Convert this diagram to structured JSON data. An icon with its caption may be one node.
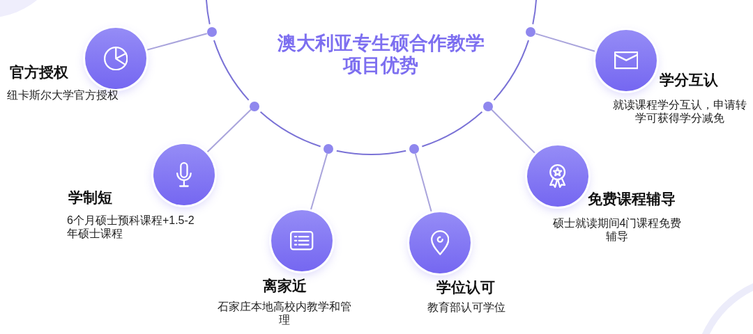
{
  "diagram": {
    "title": "澳大利亚专生硕合作教学项目优势",
    "nodes": [
      {
        "text": [],
        "shape": "circle"
      },
      {
        "text": [
          "官方授权",
          "纽卡斯尔大学官方授权"
        ]
      },
      {
        "text": [],
        "shape": "circle"
      },
      {
        "text": [
          "学制短",
          "6个月硕士预科课程+1.5-2年硕士课程"
        ]
      },
      {
        "text": [],
        "shape": "circle"
      },
      {
        "text": [
          "离家近",
          "石家庄本地高校内教学和管理"
        ]
      },
      {
        "text": [],
        "shape": "circle"
      },
      {
        "text": [
          "学位认可",
          "教育部认可学位"
        ]
      },
      {
        "text": [],
        "shape": "circle"
      },
      {
        "text": [
          "免费课程辅导",
          "硕士就读期间4门课程免费辅导"
        ]
      },
      {
        "text": [],
        "shape": "circle"
      },
      {
        "text": [
          "学分互认",
          "就读课程学分互认，申请转学可获得学分减免"
        ]
      }
    ],
    "edges": [
      {
        "from": 0,
        "to": 1,
        "arrow": "none"
      },
      {
        "from": 2,
        "to": 3,
        "arrow": "none"
      },
      {
        "from": 4,
        "to": 5,
        "arrow": "none"
      },
      {
        "from": 6,
        "to": 7,
        "arrow": "none"
      },
      {
        "from": 8,
        "to": 9,
        "arrow": "none"
      },
      {
        "from": 10,
        "to": 11,
        "arrow": "none"
      }
    ]
  }
}
